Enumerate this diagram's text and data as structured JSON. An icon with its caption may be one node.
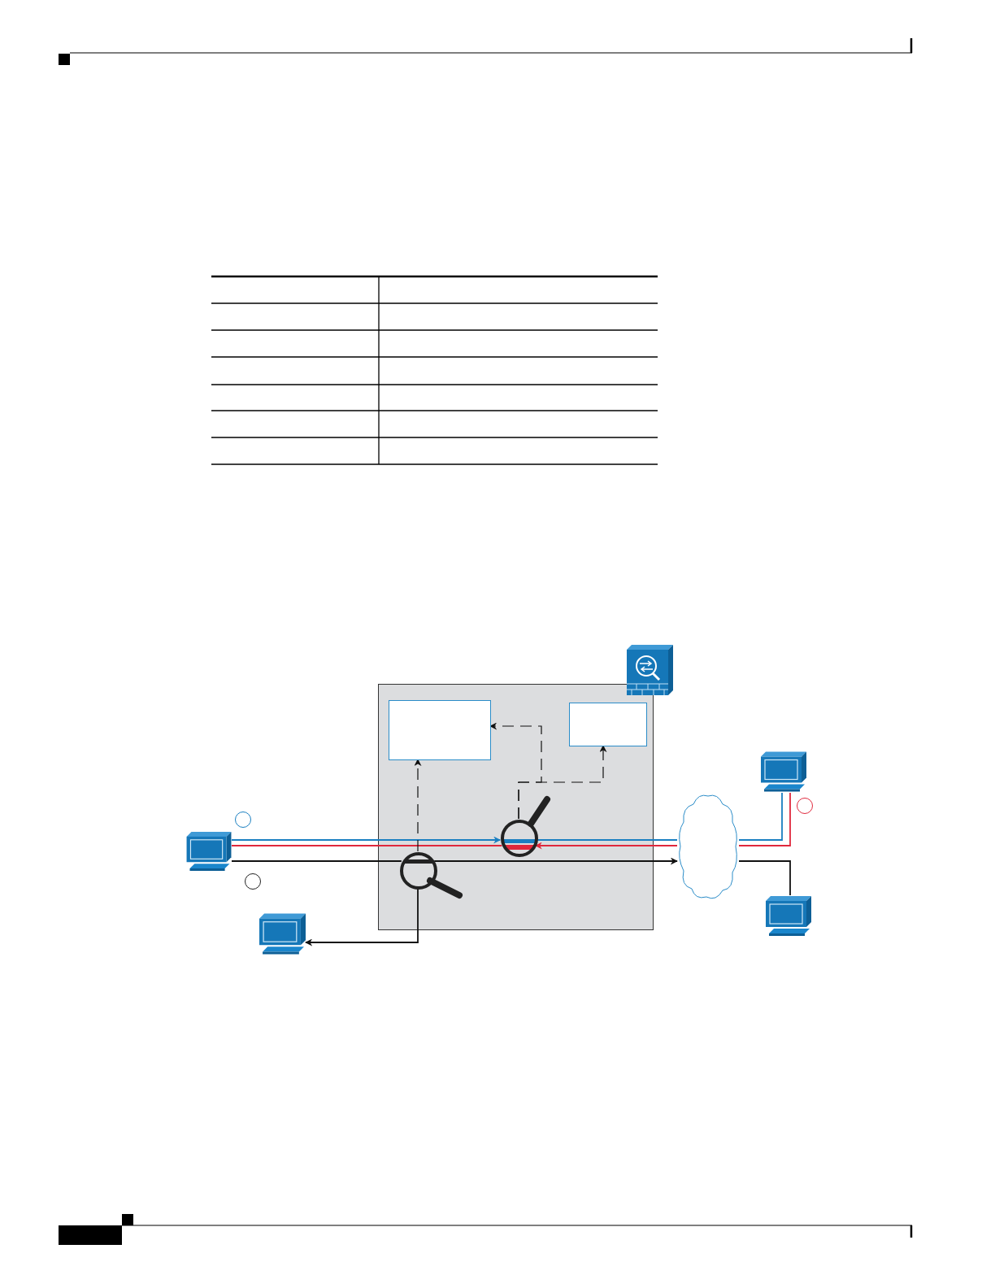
{
  "diagram": {
    "nodes": [
      {
        "text": [],
        "shape": "box"
      },
      {
        "text": [],
        "shape": "box",
        "in": 0
      },
      {
        "text": [],
        "shape": "box",
        "in": 0
      },
      {
        "text": [],
        "shape": "magnifier",
        "in": 0
      },
      {
        "text": [],
        "shape": "circle"
      },
      {
        "text": [],
        "shape": "circle"
      },
      {
        "text": [],
        "shape": "computer"
      },
      {
        "text": [],
        "shape": "magnifier",
        "in": 0
      },
      {
        "text": [],
        "shape": "circle"
      },
      {
        "text": [],
        "shape": "computer"
      },
      {
        "text": [],
        "shape": "cloud"
      },
      {
        "text": [],
        "shape": "computer"
      },
      {
        "text": [],
        "shape": "computer"
      }
    ],
    "edges": [
      {
        "from": 6,
        "to": 3,
        "arrow": "to",
        "color": "#1a7fc1"
      },
      {
        "from": 3,
        "to": 10,
        "arrow": "none",
        "color": "#1a7fc1"
      },
      {
        "from": 10,
        "to": 9,
        "arrow": "none",
        "color": "#1a7fc1"
      },
      {
        "from": 9,
        "to": 10,
        "arrow": "none",
        "color": "#e0283c"
      },
      {
        "from": 10,
        "to": 3,
        "arrow": "to",
        "color": "#e0283c"
      },
      {
        "from": 3,
        "to": 6,
        "arrow": "none",
        "color": "#e0283c"
      },
      {
        "from": 6,
        "to": 7,
        "arrow": "none"
      },
      {
        "from": 7,
        "to": 10,
        "arrow": "to"
      },
      {
        "from": 10,
        "to": 11,
        "arrow": "none"
      },
      {
        "from": 7,
        "to": 12,
        "arrow": "to"
      },
      {
        "from": 7,
        "to": 1,
        "arrow": "to",
        "style": "dashed"
      },
      {
        "from": 3,
        "to": 1,
        "arrow": "to",
        "style": "dashed"
      },
      {
        "from": 3,
        "to": 2,
        "arrow": "to",
        "style": "dashed"
      }
    ]
  }
}
